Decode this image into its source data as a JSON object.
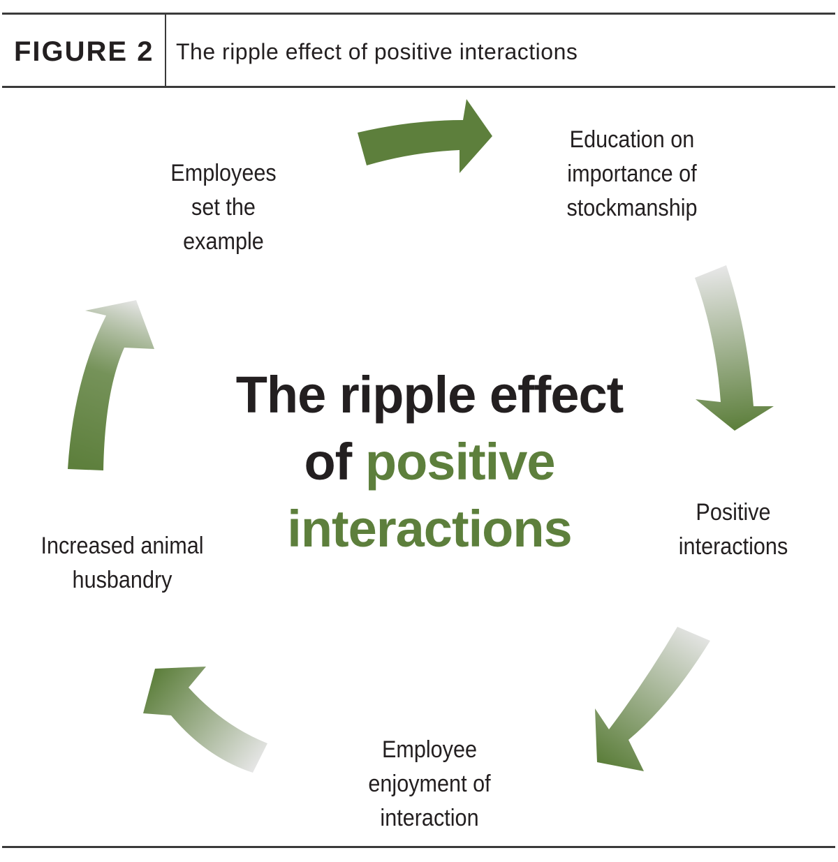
{
  "header": {
    "figure_label": "FIGURE 2",
    "figure_title": "The ripple effect of positive interactions"
  },
  "center": {
    "line1": "The ripple effect",
    "line2_plain": "of",
    "line2_accent": "positive",
    "line3_accent": "interactions"
  },
  "nodes": [
    {
      "lines": [
        "Education on",
        "importance of",
        "stockmanship"
      ]
    },
    {
      "lines": [
        "Positive",
        "interactions"
      ]
    },
    {
      "lines": [
        "Employee",
        "enjoyment of",
        "interaction"
      ]
    },
    {
      "lines": [
        "Increased animal",
        "husbandry"
      ]
    },
    {
      "lines": [
        "Employees",
        "set the",
        "example"
      ]
    }
  ],
  "colors": {
    "accent": "#5d7f3c",
    "arrow_fade": "#e6e6e6",
    "text": "#231f20"
  }
}
